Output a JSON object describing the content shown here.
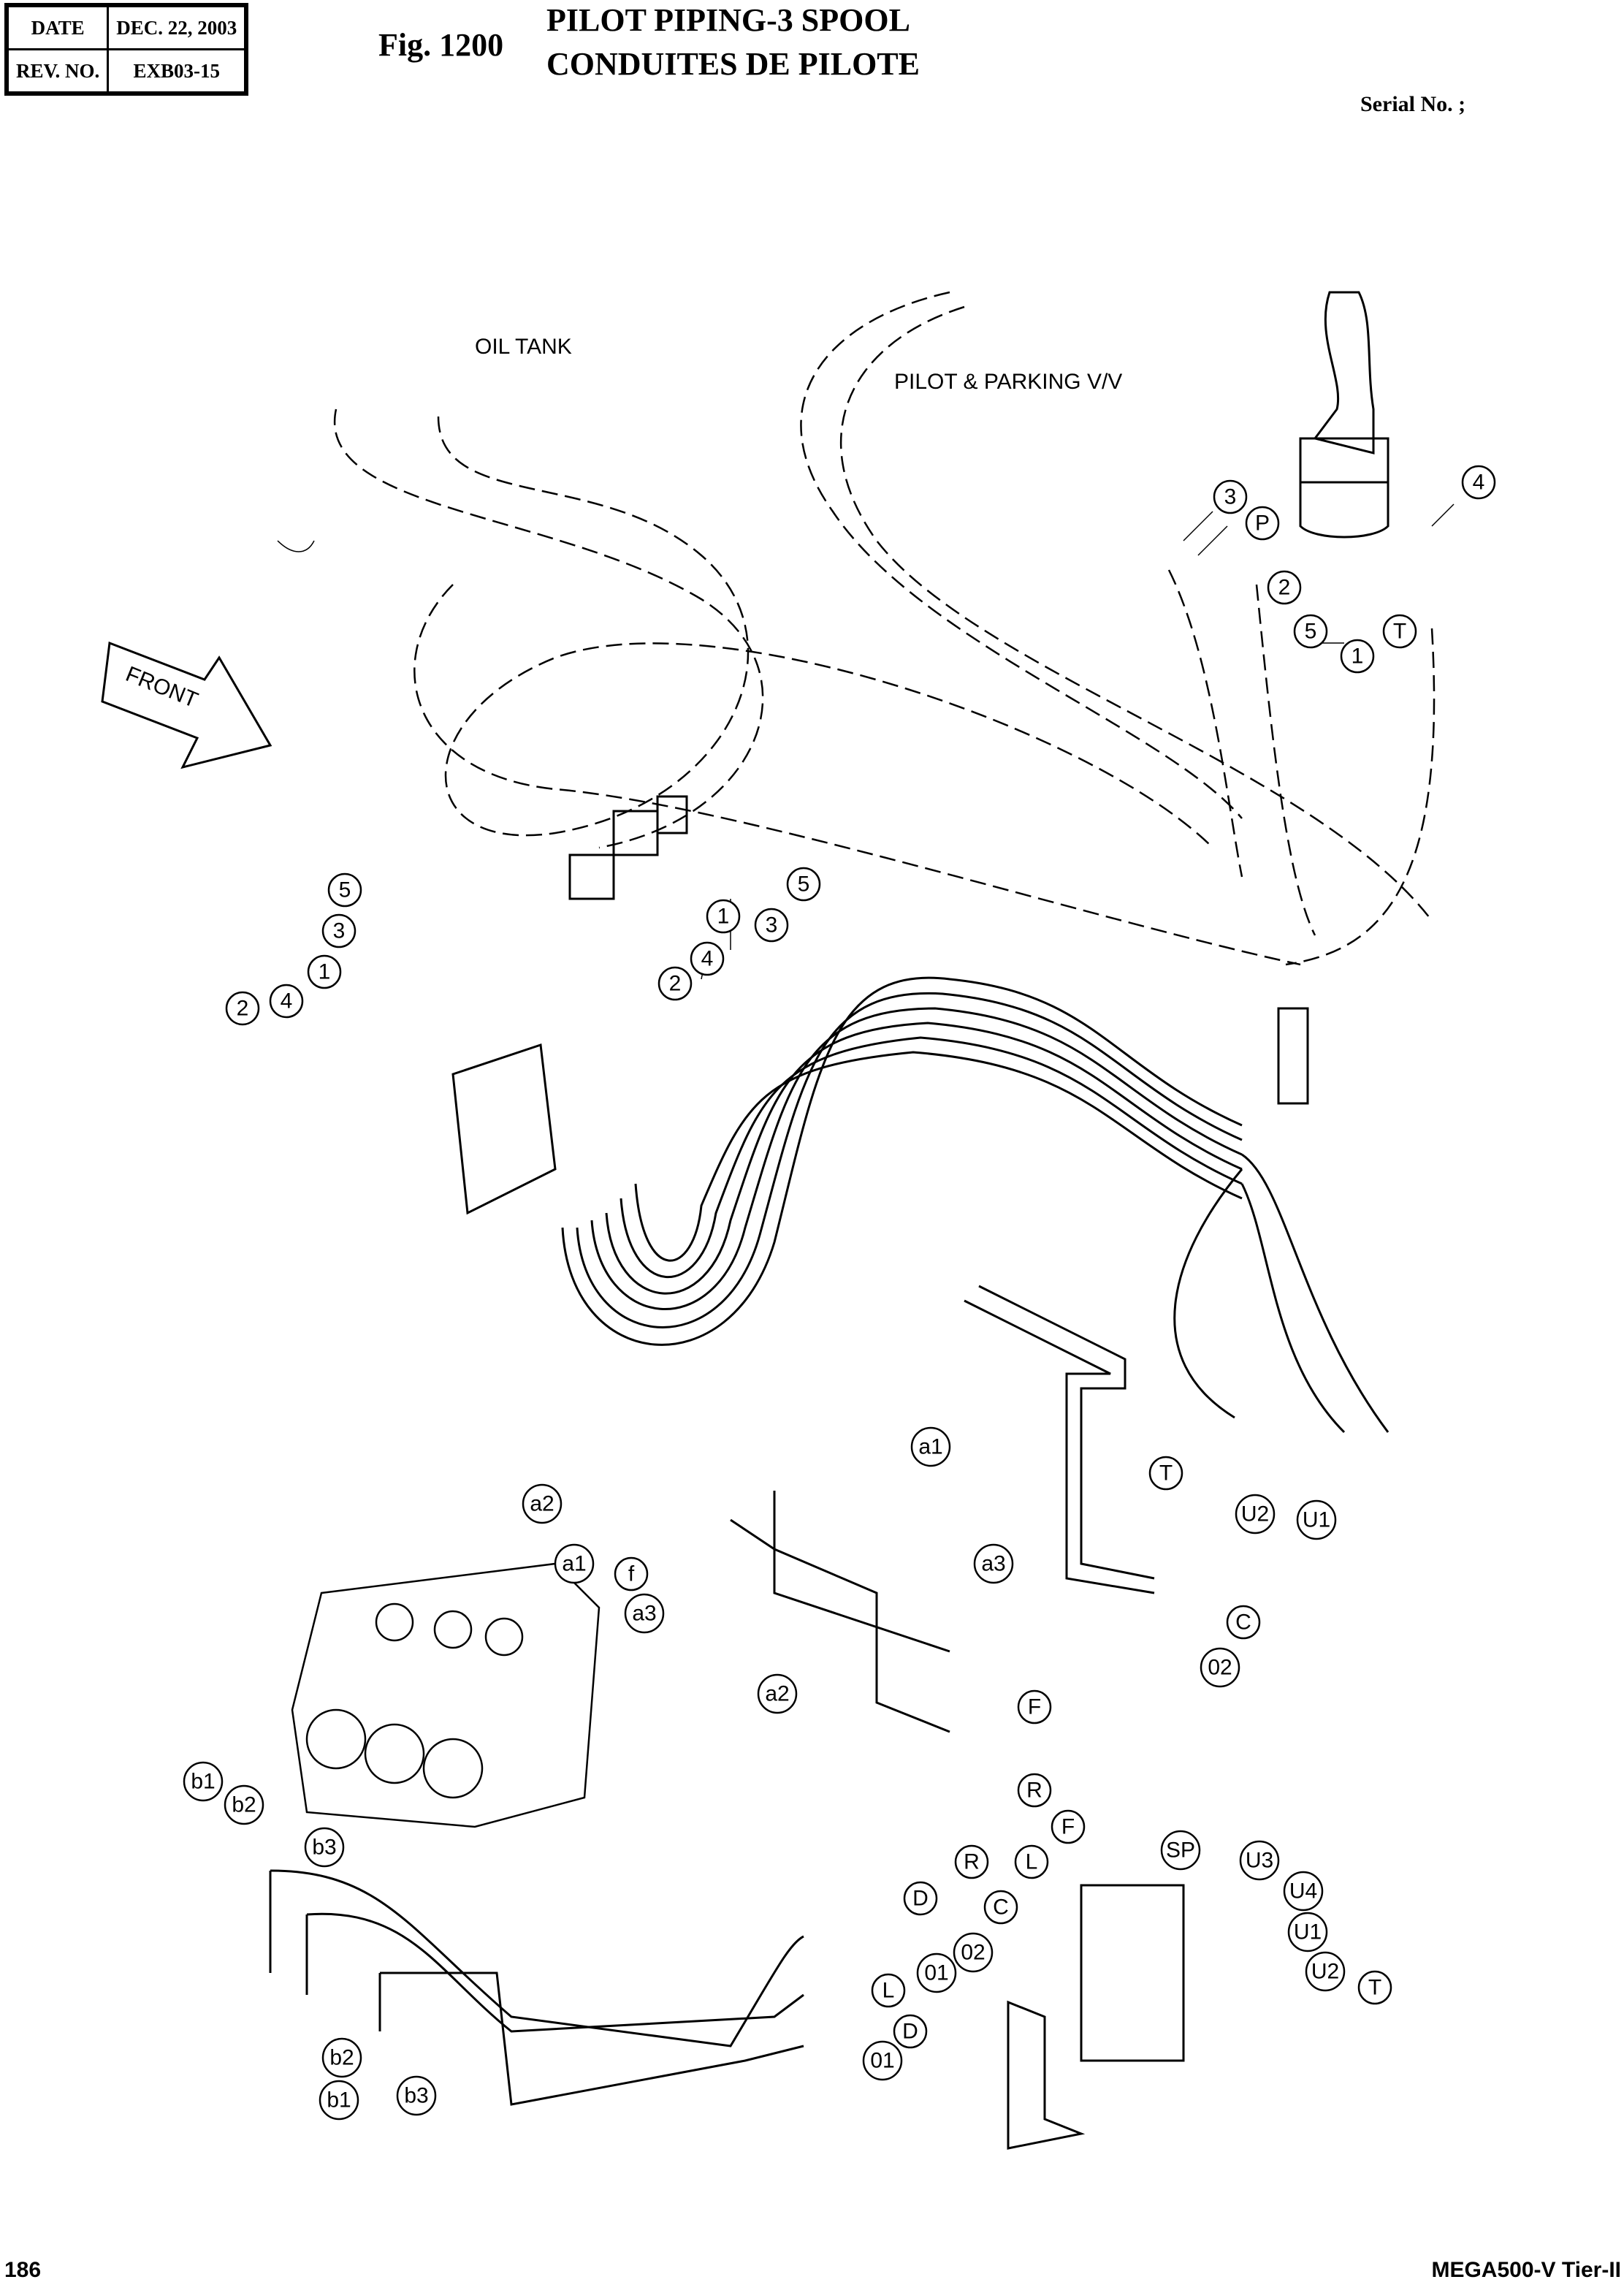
{
  "header": {
    "date_label": "DATE",
    "date_value": "DEC. 22, 2003",
    "rev_label": "REV. NO.",
    "rev_value": "EXB03-15",
    "fig": "Fig. 1200",
    "title_en": "PILOT PIPING-3 SPOOL",
    "title_fr": "CONDUITES DE PILOTE",
    "serial": "Serial No. ;"
  },
  "diagram": {
    "oil_tank": "OIL TANK",
    "pilot_parking": "PILOT & PARKING V/V",
    "front": "FRONT",
    "callouts": [
      "3",
      "P",
      "4",
      "2",
      "5",
      "1",
      "T",
      "5",
      "1",
      "3",
      "4",
      "2",
      "5",
      "3",
      "1",
      "4",
      "2",
      "a1",
      "T",
      "U2",
      "U1",
      "a3",
      "C",
      "02",
      "F",
      "R",
      "a2",
      "a1",
      "f",
      "a3",
      "a2",
      "b1",
      "b2",
      "b3",
      "SP",
      "U3",
      "U4",
      "U1",
      "U2",
      "T",
      "F",
      "L",
      "R",
      "C",
      "D",
      "02",
      "01",
      "L",
      "D",
      "01",
      "b2",
      "b1",
      "b3"
    ]
  },
  "footer": {
    "page": "186",
    "model": "MEGA500-V Tier-II"
  }
}
